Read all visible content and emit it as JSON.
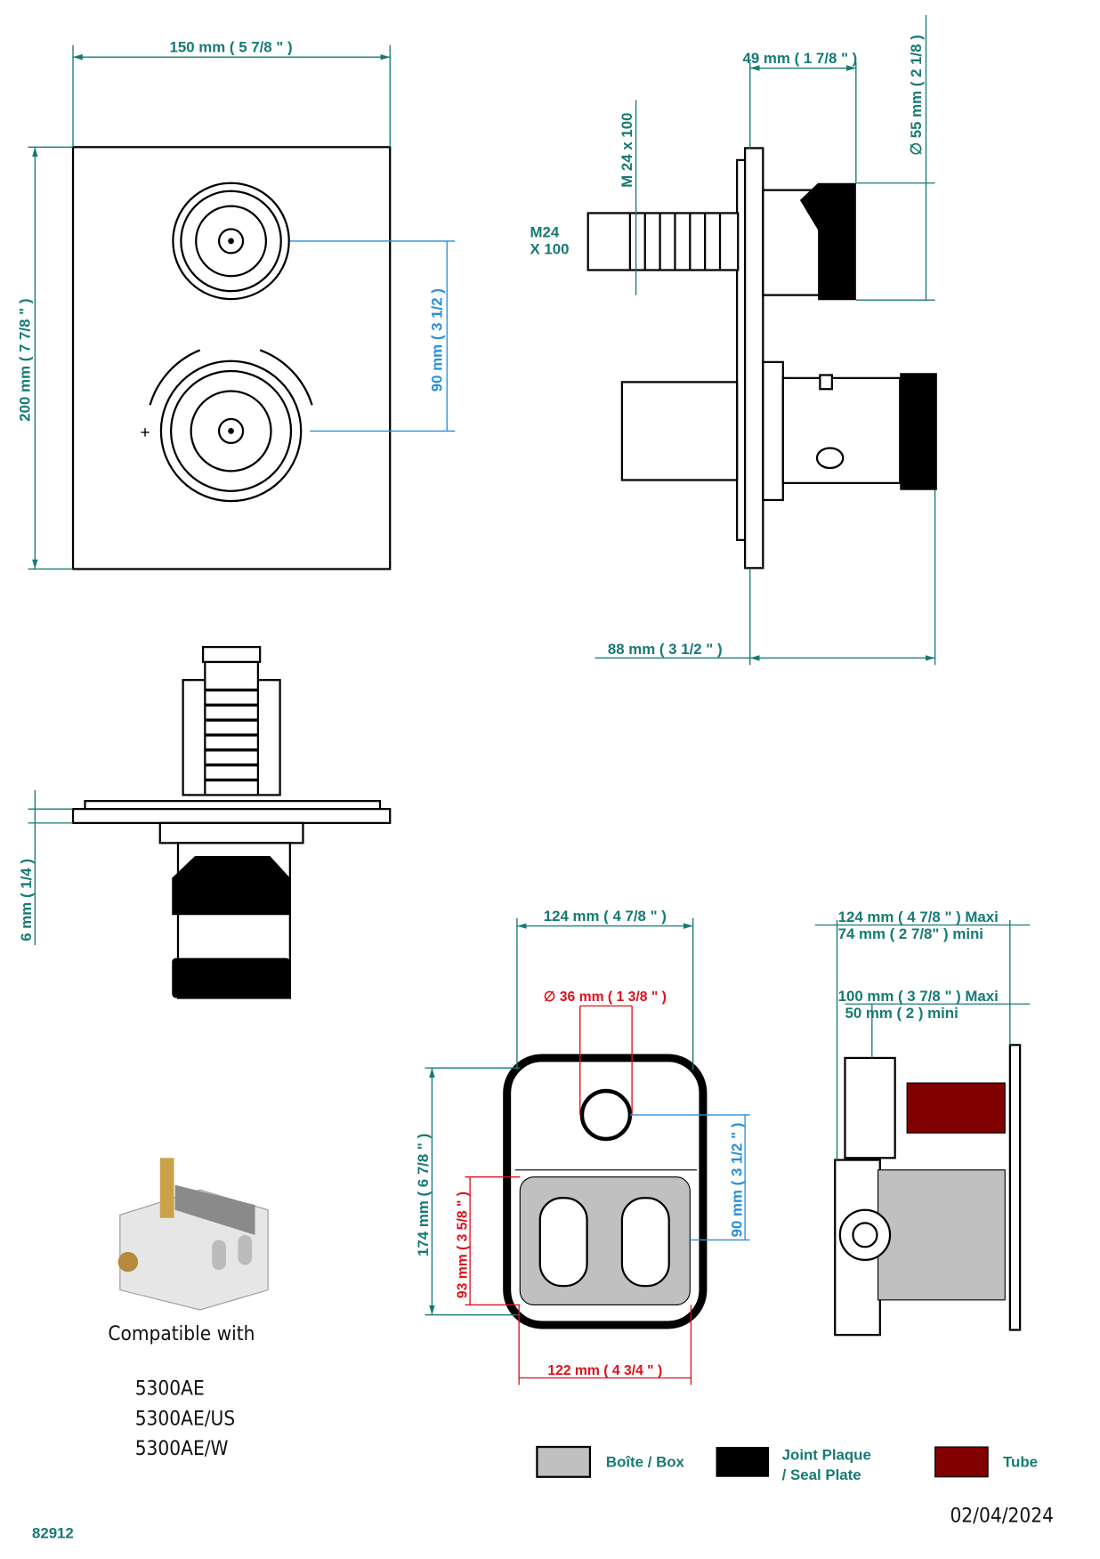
{
  "dimensions": {
    "front_width": "150 mm ( 5 7/8 \" )",
    "front_height": "200 mm ( 7 7/8 \" )",
    "knob_spacing": "90 mm ( 3 1/2 )",
    "knob_depth": "49 mm ( 1 7/8 \" )",
    "knob_diameter": "∅ 55 mm ( 2 1/8 )",
    "thread_vertical": "M 24 x 100",
    "thread_label_line1": "M24",
    "thread_label_line2": "X 100",
    "total_depth": "88 mm ( 3 1/2 \" )",
    "plate_thickness": "6 mm ( 1/4 )",
    "box_width": "124 mm ( 4 7/8 \" )",
    "box_hole_diameter": "∅ 36 mm ( 1 3/8 \" )",
    "box_height": "174 mm ( 6 7/8 \" )",
    "box_lower_height": "93 mm ( 3 5/8 \" )",
    "box_hole_spacing": "90 mm ( 3 1/2 \" )",
    "box_lower_width": "122 mm ( 4 3/4 \" )",
    "side_max_1": "124 mm ( 4 7/8 \" )  Maxi",
    "side_min_1": "74 mm ( 2 7/8\" ) mini",
    "side_max_2": "100 mm ( 3 7/8 \" )  Maxi",
    "side_min_2": "50 mm ( 2 ) mini"
  },
  "compatible": {
    "title": "Compatible with",
    "models": [
      "5300AE",
      "5300AE/US",
      "5300AE/W"
    ]
  },
  "legend": [
    {
      "label": "Boîte / Box",
      "color": "#c0c0c0"
    },
    {
      "label_line1": "Joint Plaque",
      "label_line2": "/ Seal Plate",
      "color": "#000000"
    },
    {
      "label": "Tube",
      "color": "#800000"
    }
  ],
  "reference": "82912",
  "date": "02/04/2024"
}
